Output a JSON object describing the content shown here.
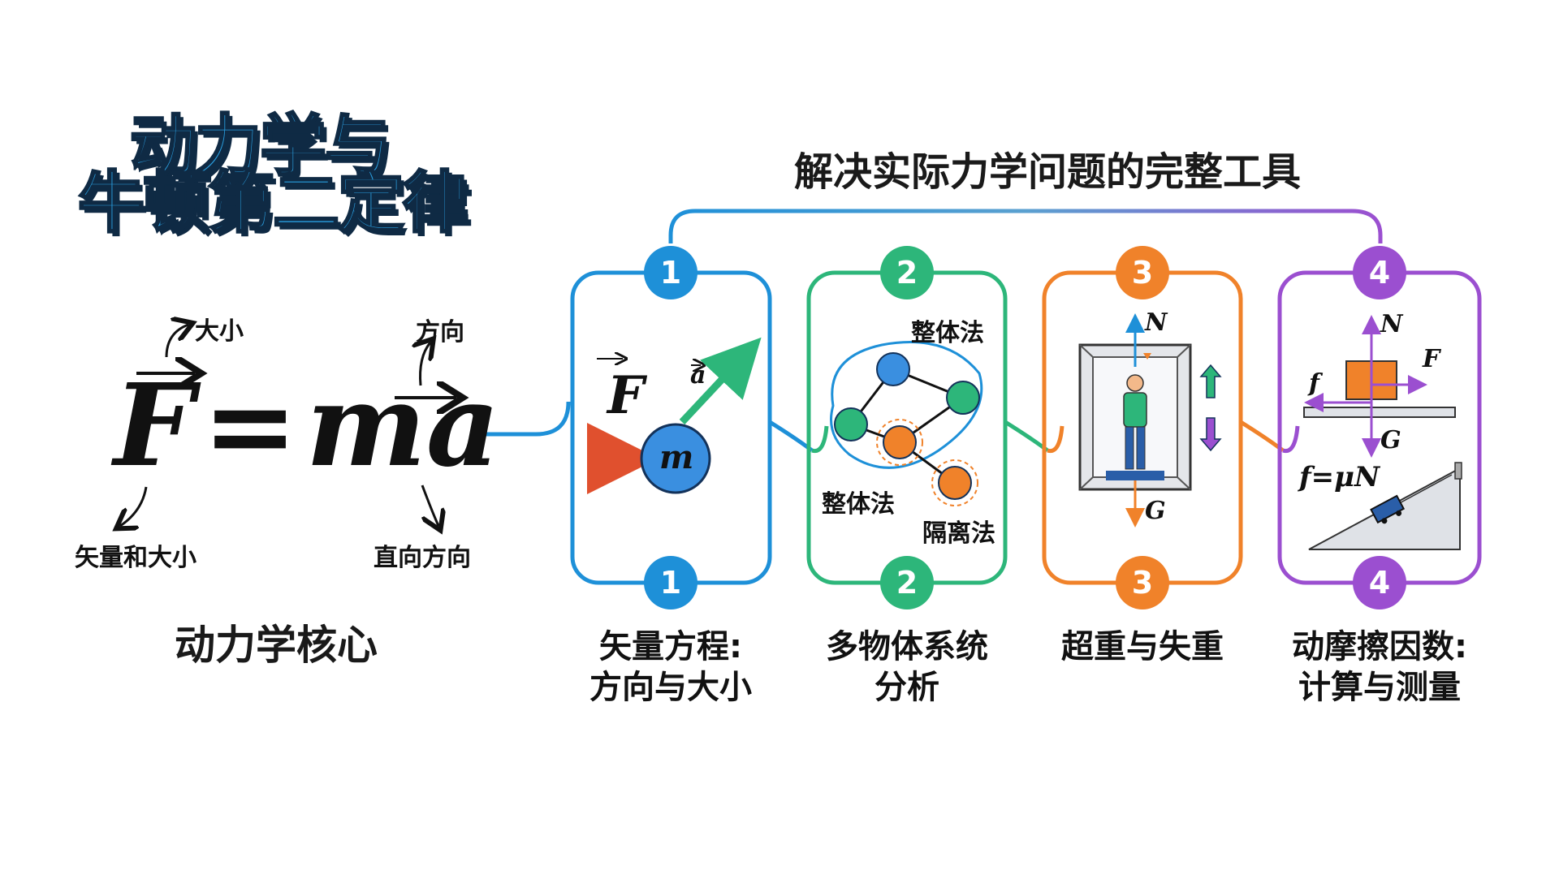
{
  "title": {
    "line1": "动力学与",
    "line2": "牛顿第二定律"
  },
  "subtitle": "解决实际力学问题的完整工具",
  "formula": {
    "F": "F",
    "eq": "=",
    "m": "m",
    "a": "a",
    "annotations": {
      "top_left": "大小",
      "top_right": "方向",
      "bottom_left": "矢量和大小",
      "bottom_right": "直向方向"
    },
    "caption": "动力学核心"
  },
  "steps": [
    {
      "number": "1",
      "color": "#1e90d8",
      "caption_line1": "矢量方程:",
      "caption_line2": "方向与大小",
      "labels": {
        "force": "F",
        "accel": "a",
        "mass": "m"
      }
    },
    {
      "number": "2",
      "color": "#2db67a",
      "caption_line1": "多物体系统",
      "caption_line2": "分析",
      "labels": {
        "whole_top": "整体法",
        "whole_bottom": "整体法",
        "isolate": "隔离法"
      }
    },
    {
      "number": "3",
      "color": "#f0822a",
      "caption_line1": "超重与失重",
      "caption_line2": "",
      "labels": {
        "normal": "N",
        "gravity": "G"
      }
    },
    {
      "number": "4",
      "color": "#9b4fd0",
      "caption_line1": "动摩擦因数:",
      "caption_line2": "计算与测量",
      "labels": {
        "normal": "N",
        "force": "F",
        "friction": "f",
        "gravity": "G",
        "formula": "f=μN"
      }
    }
  ]
}
